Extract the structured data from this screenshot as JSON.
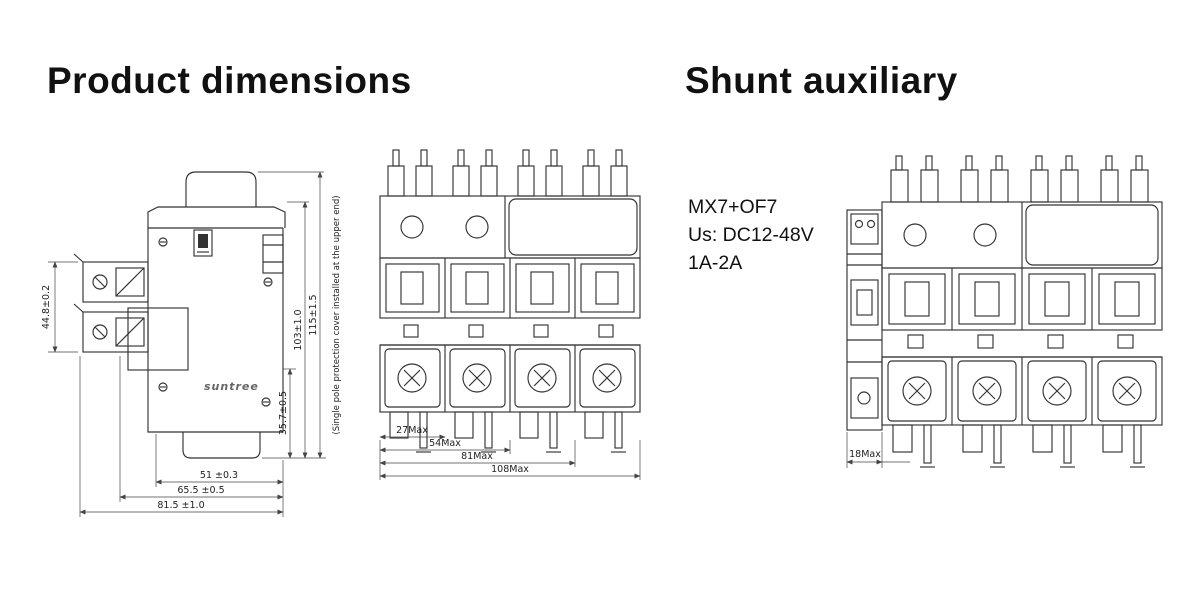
{
  "page": {
    "left_title": "Product dimensions",
    "right_title": "Shunt auxiliary"
  },
  "side_view": {
    "brand": "suntree",
    "dim_left_height": "44.8±0.2",
    "dim_inner_height": "35.7±0.5",
    "dim_mid_height": "103±1.0",
    "dim_total_height": "115±1.5",
    "note": "(Single pole protection cover installed at the upper end)",
    "dim_width_1": "51 ±0.3",
    "dim_width_2": "65.5 ±0.5",
    "dim_width_3": "81.5 ±1.0"
  },
  "front_view": {
    "dim_1": "27Max",
    "dim_2": "54Max",
    "dim_3": "81Max",
    "dim_4": "108Max"
  },
  "shunt": {
    "model": "MX7+OF7",
    "voltage": "Us: DC12-48V",
    "current": "1A-2A",
    "dim_width": "18Max"
  }
}
